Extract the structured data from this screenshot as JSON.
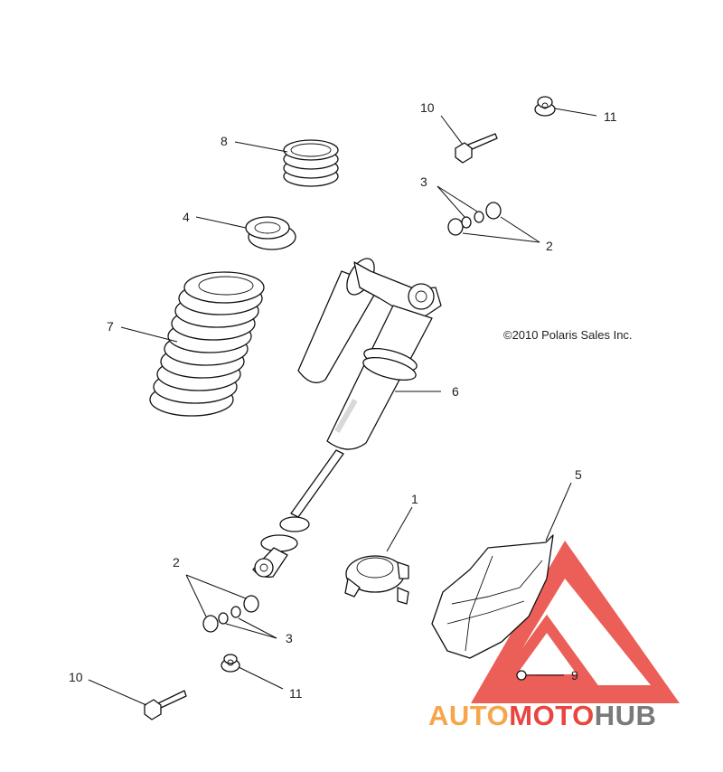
{
  "callouts": {
    "c1": "1",
    "c2a": "2",
    "c2b": "2",
    "c3a": "3",
    "c3b": "3",
    "c4": "4",
    "c5": "5",
    "c6": "6",
    "c7": "7",
    "c8": "8",
    "c9": "9",
    "c10a": "10",
    "c10b": "10",
    "c11a": "11",
    "c11b": "11"
  },
  "copyright": "©2010 Polaris Sales Inc.",
  "watermark": {
    "part1": "AUTO",
    "part2": "MOTO",
    "part3": "HUB",
    "color_orange": "#f5a64a",
    "color_red": "#e8463f",
    "color_gray": "#7a7a7a",
    "logo_color": "#e9433c"
  }
}
